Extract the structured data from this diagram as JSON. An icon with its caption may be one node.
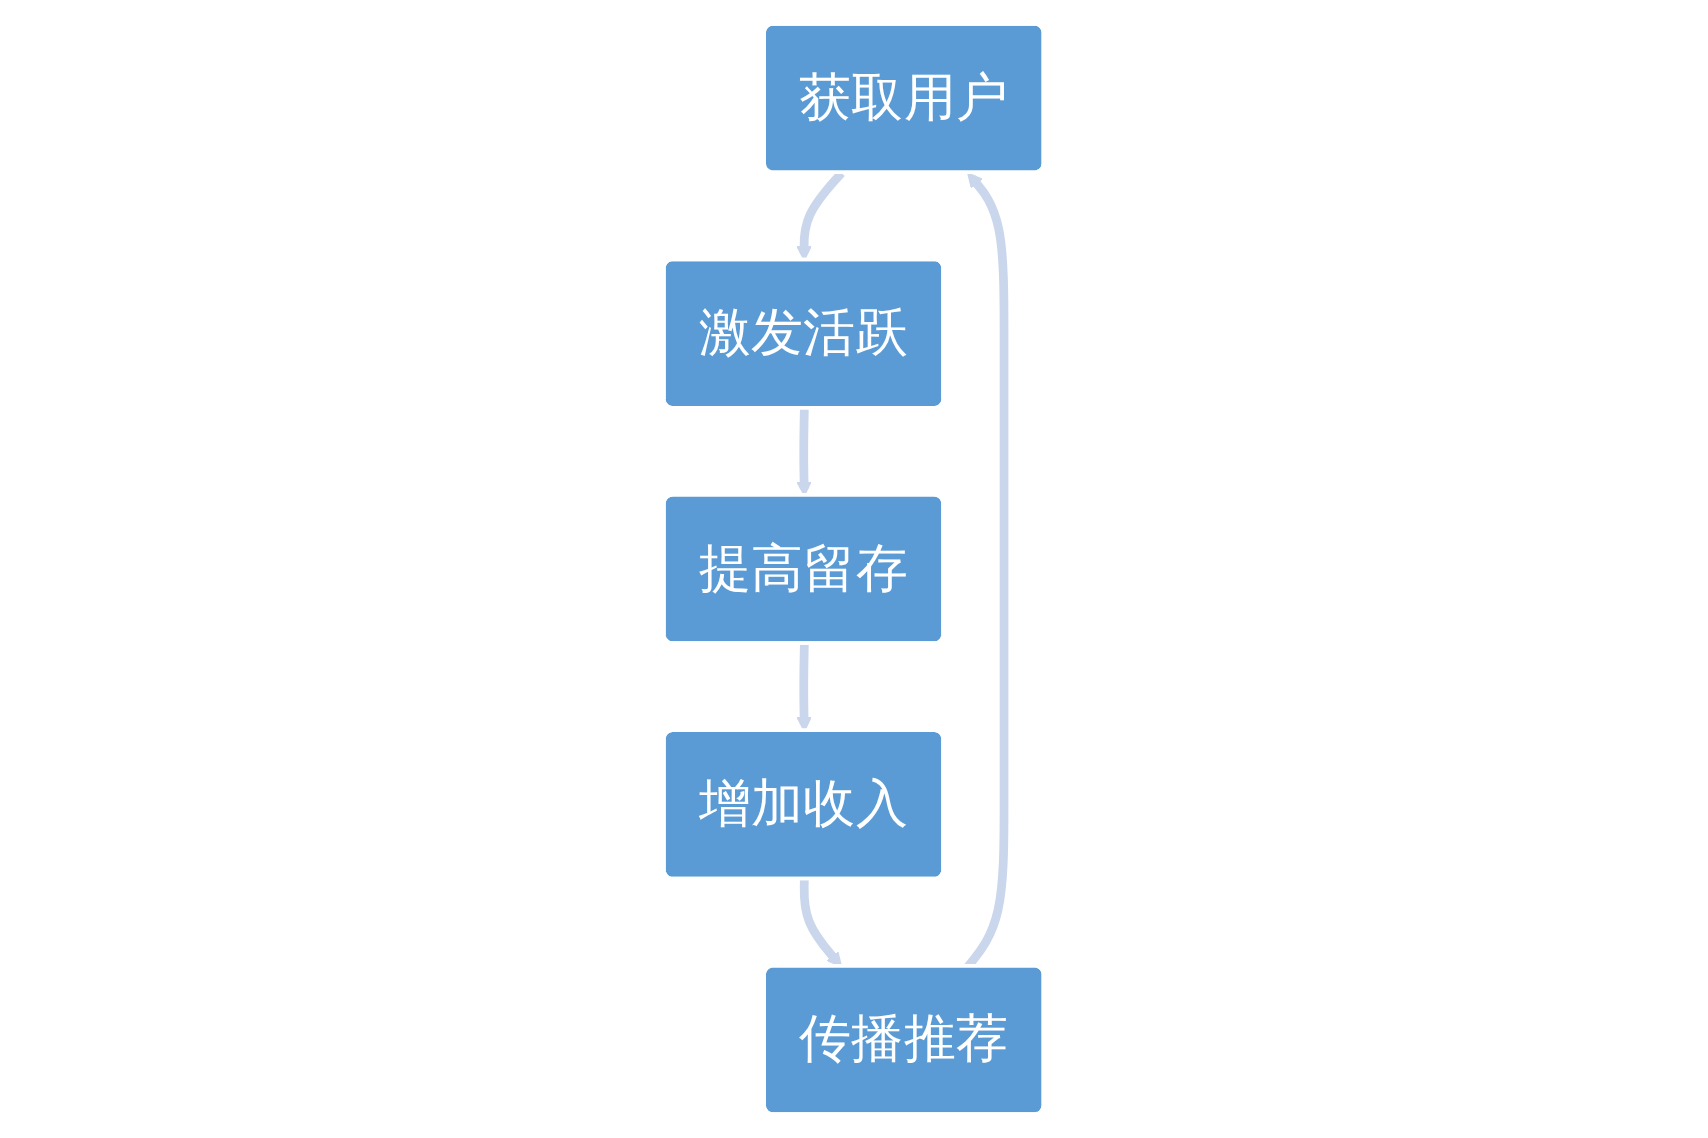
{
  "diagram": {
    "nodes": [
      {
        "text": [
          "获取用户"
        ]
      },
      {
        "text": [
          "激发活跃"
        ]
      },
      {
        "text": [
          "提高留存"
        ]
      },
      {
        "text": [
          "增加收入"
        ]
      },
      {
        "text": [
          "传播推荐"
        ]
      }
    ],
    "edges": [
      {
        "from": 0,
        "to": 1,
        "arrow": "to"
      },
      {
        "from": 1,
        "to": 2,
        "arrow": "to"
      },
      {
        "from": 2,
        "to": 3,
        "arrow": "to"
      },
      {
        "from": 3,
        "to": 4,
        "arrow": "to"
      },
      {
        "from": 4,
        "to": 0,
        "arrow": "to"
      }
    ]
  }
}
